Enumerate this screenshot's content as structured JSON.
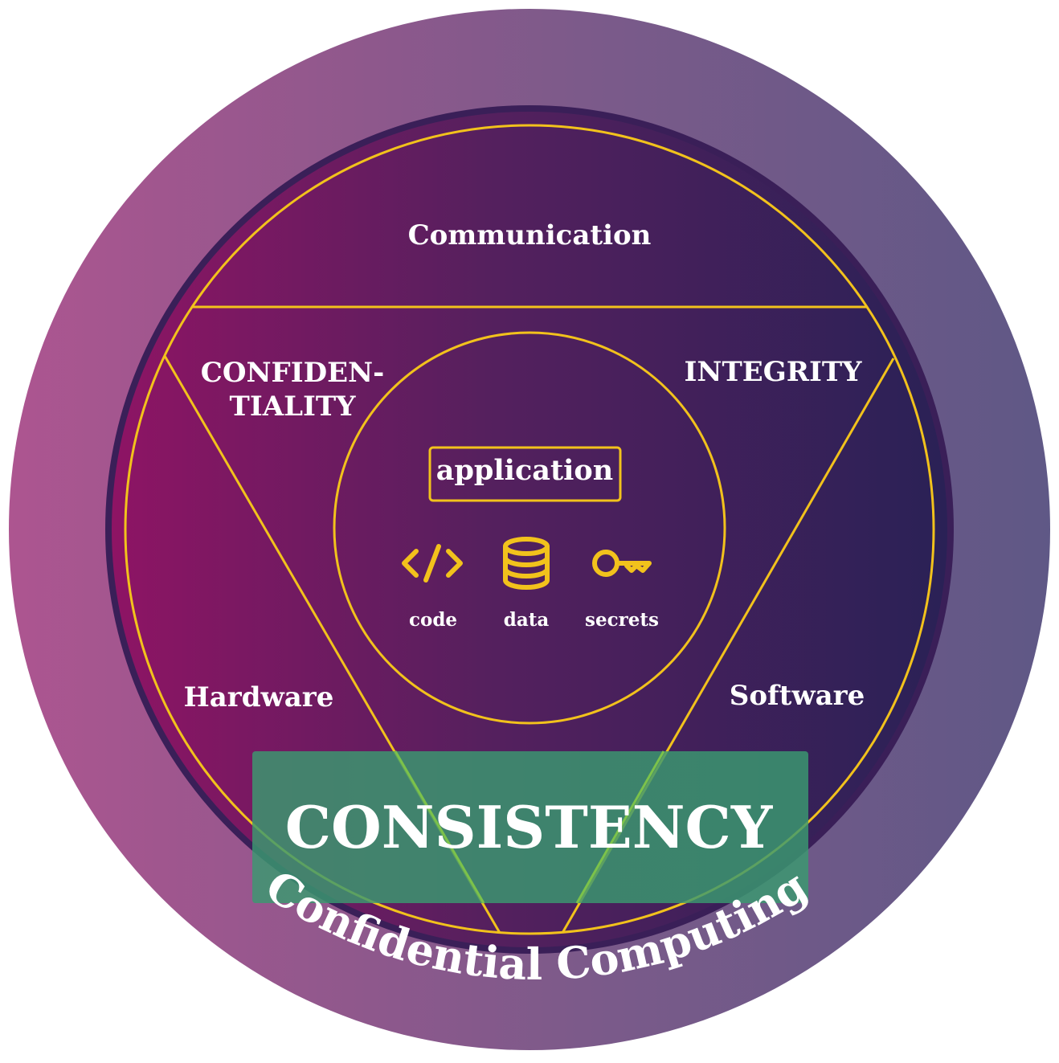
{
  "diagram": {
    "outer_ring_label": "Confidential Computing",
    "top_region_label": "Communication",
    "left_label_line1": "CONFIDEN-",
    "left_label_line2": "TIALITY",
    "right_label": "INTEGRITY",
    "bottom_left_label": "Hardware",
    "bottom_right_label": "Software",
    "center_box_label": "application",
    "bottom_band_label": "CONSISTENCY",
    "assets": [
      {
        "label": "code",
        "icon": "code-icon"
      },
      {
        "label": "data",
        "icon": "database-icon"
      },
      {
        "label": "secrets",
        "icon": "key-icon"
      }
    ]
  },
  "colors": {
    "accent_line": "#f2c21c",
    "band_green": "#3b9a70",
    "outer_left": "#ad5590",
    "outer_right": "#5f5886",
    "inner_left": "#8a1564",
    "inner_right": "#2b2158"
  }
}
